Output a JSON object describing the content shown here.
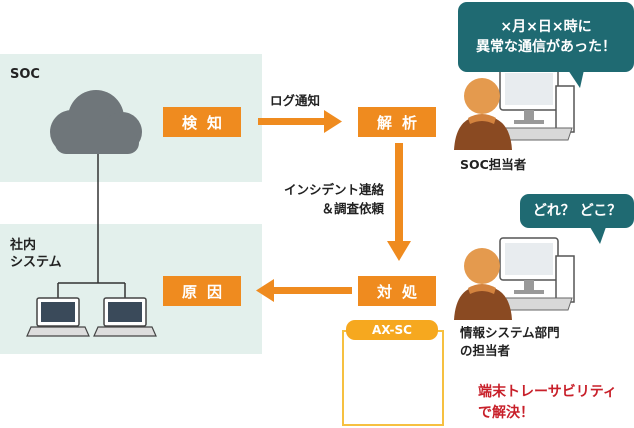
{
  "zones": {
    "soc": {
      "label": "SOC"
    },
    "internal": {
      "label": "社内\nシステム"
    }
  },
  "steps": {
    "detect": "検知",
    "analyze": "解析",
    "respond": "対処",
    "cause": "原因"
  },
  "flows": {
    "log_notify": "ログ通知",
    "incident_contact": "インシデント連絡\n＆調査依頼"
  },
  "people": {
    "soc_staff": {
      "label": "SOC担当者",
      "speech": "×月×日×時に\n異常な通信があった！"
    },
    "it_staff": {
      "label": "情報システム部門\nの担当者",
      "speech": "どれ？ どこ？"
    }
  },
  "product": {
    "name": "AX-SC",
    "result": "端末トレーサビリティ\nで解決！"
  },
  "colors": {
    "orange": "#ef8b1f",
    "zone_bg": "#e3f0ec",
    "bubble": "#1f6a72",
    "result_red": "#c8202a"
  },
  "icons": [
    "cloud-icon",
    "laptop-icon",
    "person-at-computer-icon",
    "server-gears-icon"
  ]
}
